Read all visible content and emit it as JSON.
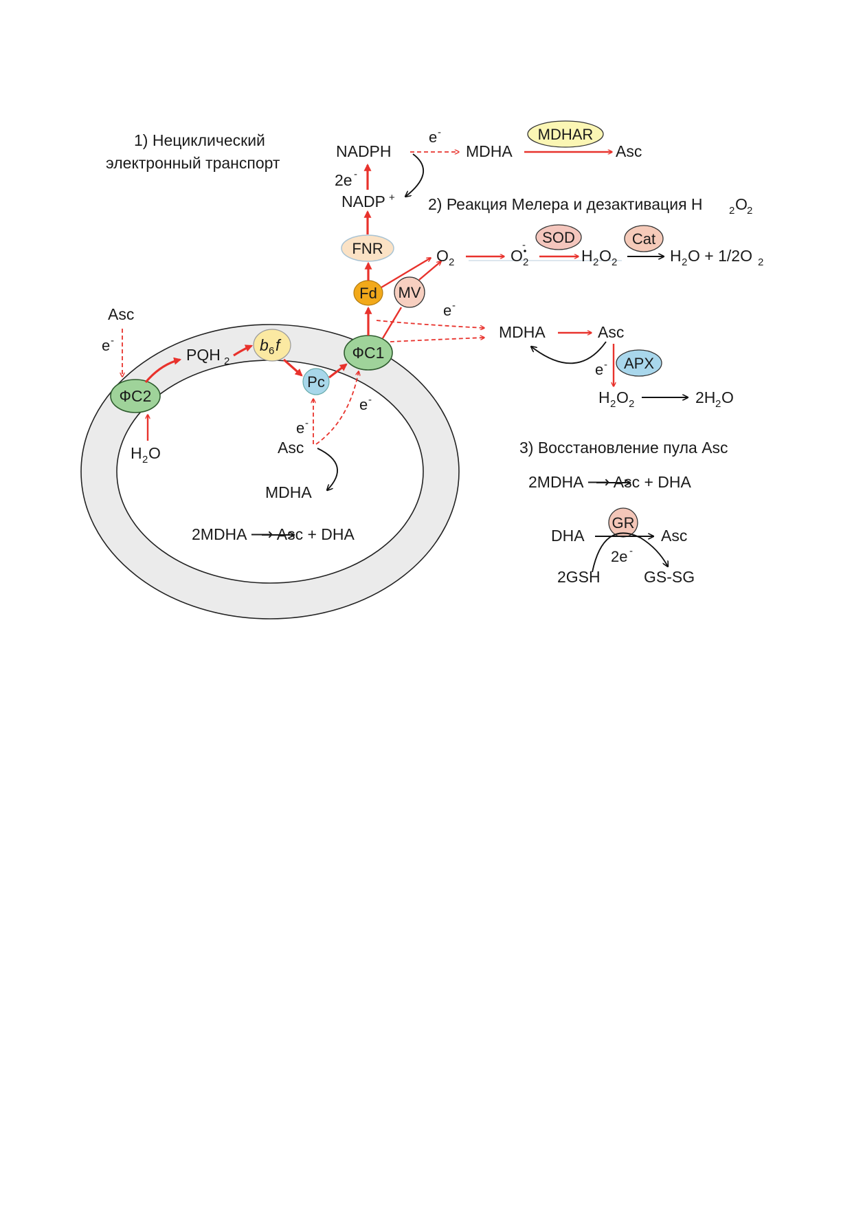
{
  "colors": {
    "membrane_fill": "#ebebeb",
    "red_arrow": "#e8322c",
    "photosystem": "#9fd39a",
    "b6f": "#fbe9a2",
    "pc": "#a8d7ea",
    "fnr": "#fbe2c5",
    "fd": "#f2a91a",
    "mv": "#f7cfc0",
    "mdhar": "#fbf6b4",
    "sod": "#f4c6bd",
    "cat": "#f5cab9",
    "apx": "#a9d7ec",
    "gr": "#f4c6b8"
  },
  "sections": {
    "s1_line1": "1) Нециклический",
    "s1_line2": "электронный транспорт",
    "s2": "2) Реакция Мелера и дезактивация H",
    "s3": "3) Восстановление пула Asc"
  },
  "nodes": {
    "ps2": "ФС2",
    "ps1": "ФС1",
    "pqh": "PQH",
    "b6f_b": "b",
    "b6f_f": "f",
    "pc": "Pc",
    "fd": "Fd",
    "fnr": "FNR",
    "mv": "MV",
    "nadph": "NADPH",
    "nadp": "NADP",
    "mdhar": "MDHAR",
    "sod": "SOD",
    "cat": "Cat",
    "apx": "APX",
    "gr": "GR"
  },
  "labels": {
    "asc_top_left": "Asc",
    "e_left": "e",
    "h2o_inner": "H",
    "asc_lumen": "Asc",
    "mdha_lumen": "MDHA",
    "e_lumen1": "e",
    "e_lumen2": "e",
    "lumen_eq": "2MDHA ⟶ Asc + DHA",
    "two_e": "2e",
    "e_nadph": "e",
    "mdha_top": "MDHA",
    "asc_top": "Asc",
    "o2": "O",
    "o2_rad": "O",
    "h2o2_mid": "H",
    "h2o_out": "H",
    "half_o2": "O + 1/2O",
    "e_ps1": "e",
    "mdha_mid": "MDHA",
    "asc_mid": "Asc",
    "e_apx": "e",
    "h2o2_apx": "H",
    "two_h2o": "2H",
    "pool_eq": "2MDHA ⟶ Asc + DHA",
    "dha": "DHA",
    "asc_gr": "Asc",
    "two_e_gr": "2e",
    "gsh": "2GSH",
    "gssg": "GS-SG"
  }
}
